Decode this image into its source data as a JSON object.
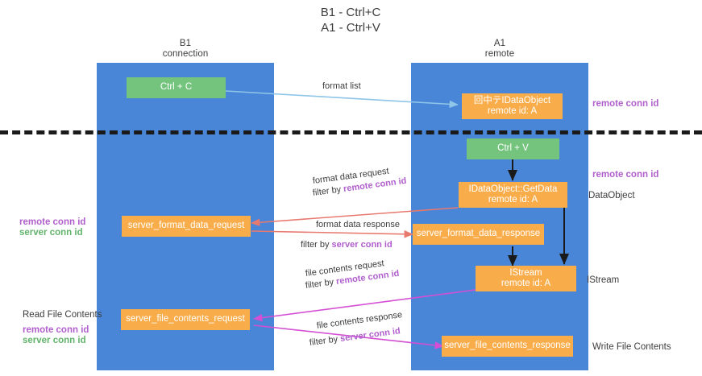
{
  "title": {
    "line1": "B1 - Ctrl+C",
    "line2": "A1 - Ctrl+V"
  },
  "columns": [
    {
      "name": "B1",
      "sub": "connection"
    },
    {
      "name": "A1",
      "sub": "remote"
    }
  ],
  "nodes": {
    "ctrl_c": "Ctrl + C",
    "ctrl_v": "Ctrl + V",
    "idataobject": "回中テIDataObject",
    "idataobject_id": "remote id: A",
    "getdata": "IDataObject::GetData",
    "getdata_id": "remote id: A",
    "istream": "IStream",
    "istream_id": "remote id: A",
    "server_format_data_request": "server_format_data_request",
    "server_format_data_response": "server_format_data_response",
    "server_file_contents_request": "server_file_contents_request",
    "server_file_contents_response": "server_file_contents_response"
  },
  "edges": {
    "format_list": "format list",
    "format_data_request": "format data request",
    "format_data_request_filter_pre": "filter by ",
    "format_data_request_filter_key": "remote conn id",
    "format_data_response": "format data response",
    "format_data_response_filter_pre": "filter by ",
    "format_data_response_filter_key": "server conn id",
    "file_contents_request": "file contents request",
    "file_contents_request_filter_pre": "filter by ",
    "file_contents_request_filter_key": "remote conn id",
    "file_contents_response": "file contents response",
    "file_contents_response_filter_pre": "filter by ",
    "file_contents_response_filter_key": "server conn id"
  },
  "right_labels": {
    "remote_conn_id_top": "remote conn id",
    "remote_conn_id_mid": "remote conn id",
    "dataobject": "DataObject",
    "istream": "IStream",
    "write_file_contents": "Write File Contents"
  },
  "left_labels": {
    "remote_conn_id": "remote conn id",
    "server_conn_id": "server conn id",
    "read_file_contents": "Read File Contents",
    "remote_conn_id_2": "remote conn id",
    "server_conn_id_2": "server conn id"
  },
  "colors": {
    "column_band": "#4a86d8",
    "node_green": "#74c47d",
    "node_orange": "#f9ac4a",
    "accent_purple": "#b05fcc",
    "accent_green": "#62b36b",
    "arrow_blue": "#8ec5e8",
    "arrow_red": "#e8796e",
    "arrow_magenta": "#d44fd4",
    "arrow_black": "#1a1a1a"
  }
}
